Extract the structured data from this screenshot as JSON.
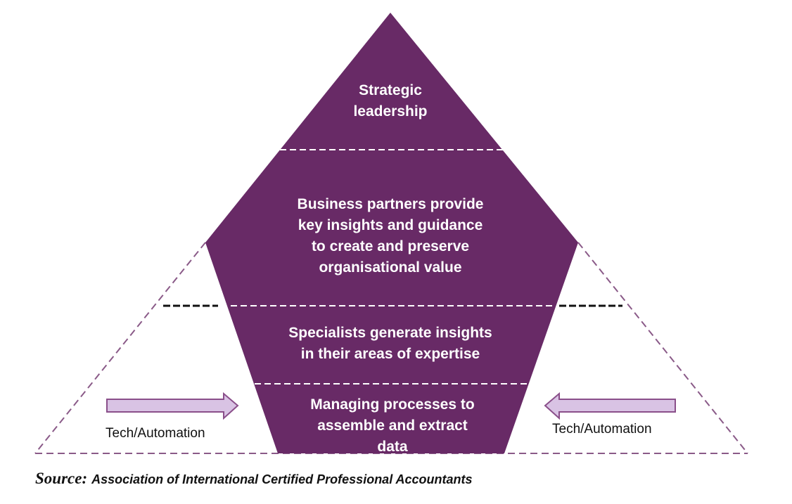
{
  "levels": [
    {
      "label": "Strategic leadership"
    },
    {
      "label": "Business partners provide key insights and guidance to create and preserve organisational value"
    },
    {
      "label": "Specialists generate insights in their areas of expertise"
    },
    {
      "label": "Managing processes to assemble and extract data"
    }
  ],
  "level_lines": {
    "0": [
      "Strategic",
      "leadership"
    ],
    "1": [
      "Business partners provide",
      "key insights and guidance",
      "to create and preserve",
      "organisational value"
    ],
    "2": [
      "Specialists generate insights",
      "in their areas of expertise"
    ],
    "3": [
      "Managing processes to",
      "assemble and extract",
      "data"
    ]
  },
  "side_labels": {
    "left": "Tech/Automation",
    "right": "Tech/Automation"
  },
  "source": {
    "prefix": "Source:",
    "text": "Association of International Certified Professional Accountants"
  },
  "colors": {
    "purple": "#682a66",
    "arrow_fill": "#d9c3e4",
    "dash": "#8a5a88"
  }
}
